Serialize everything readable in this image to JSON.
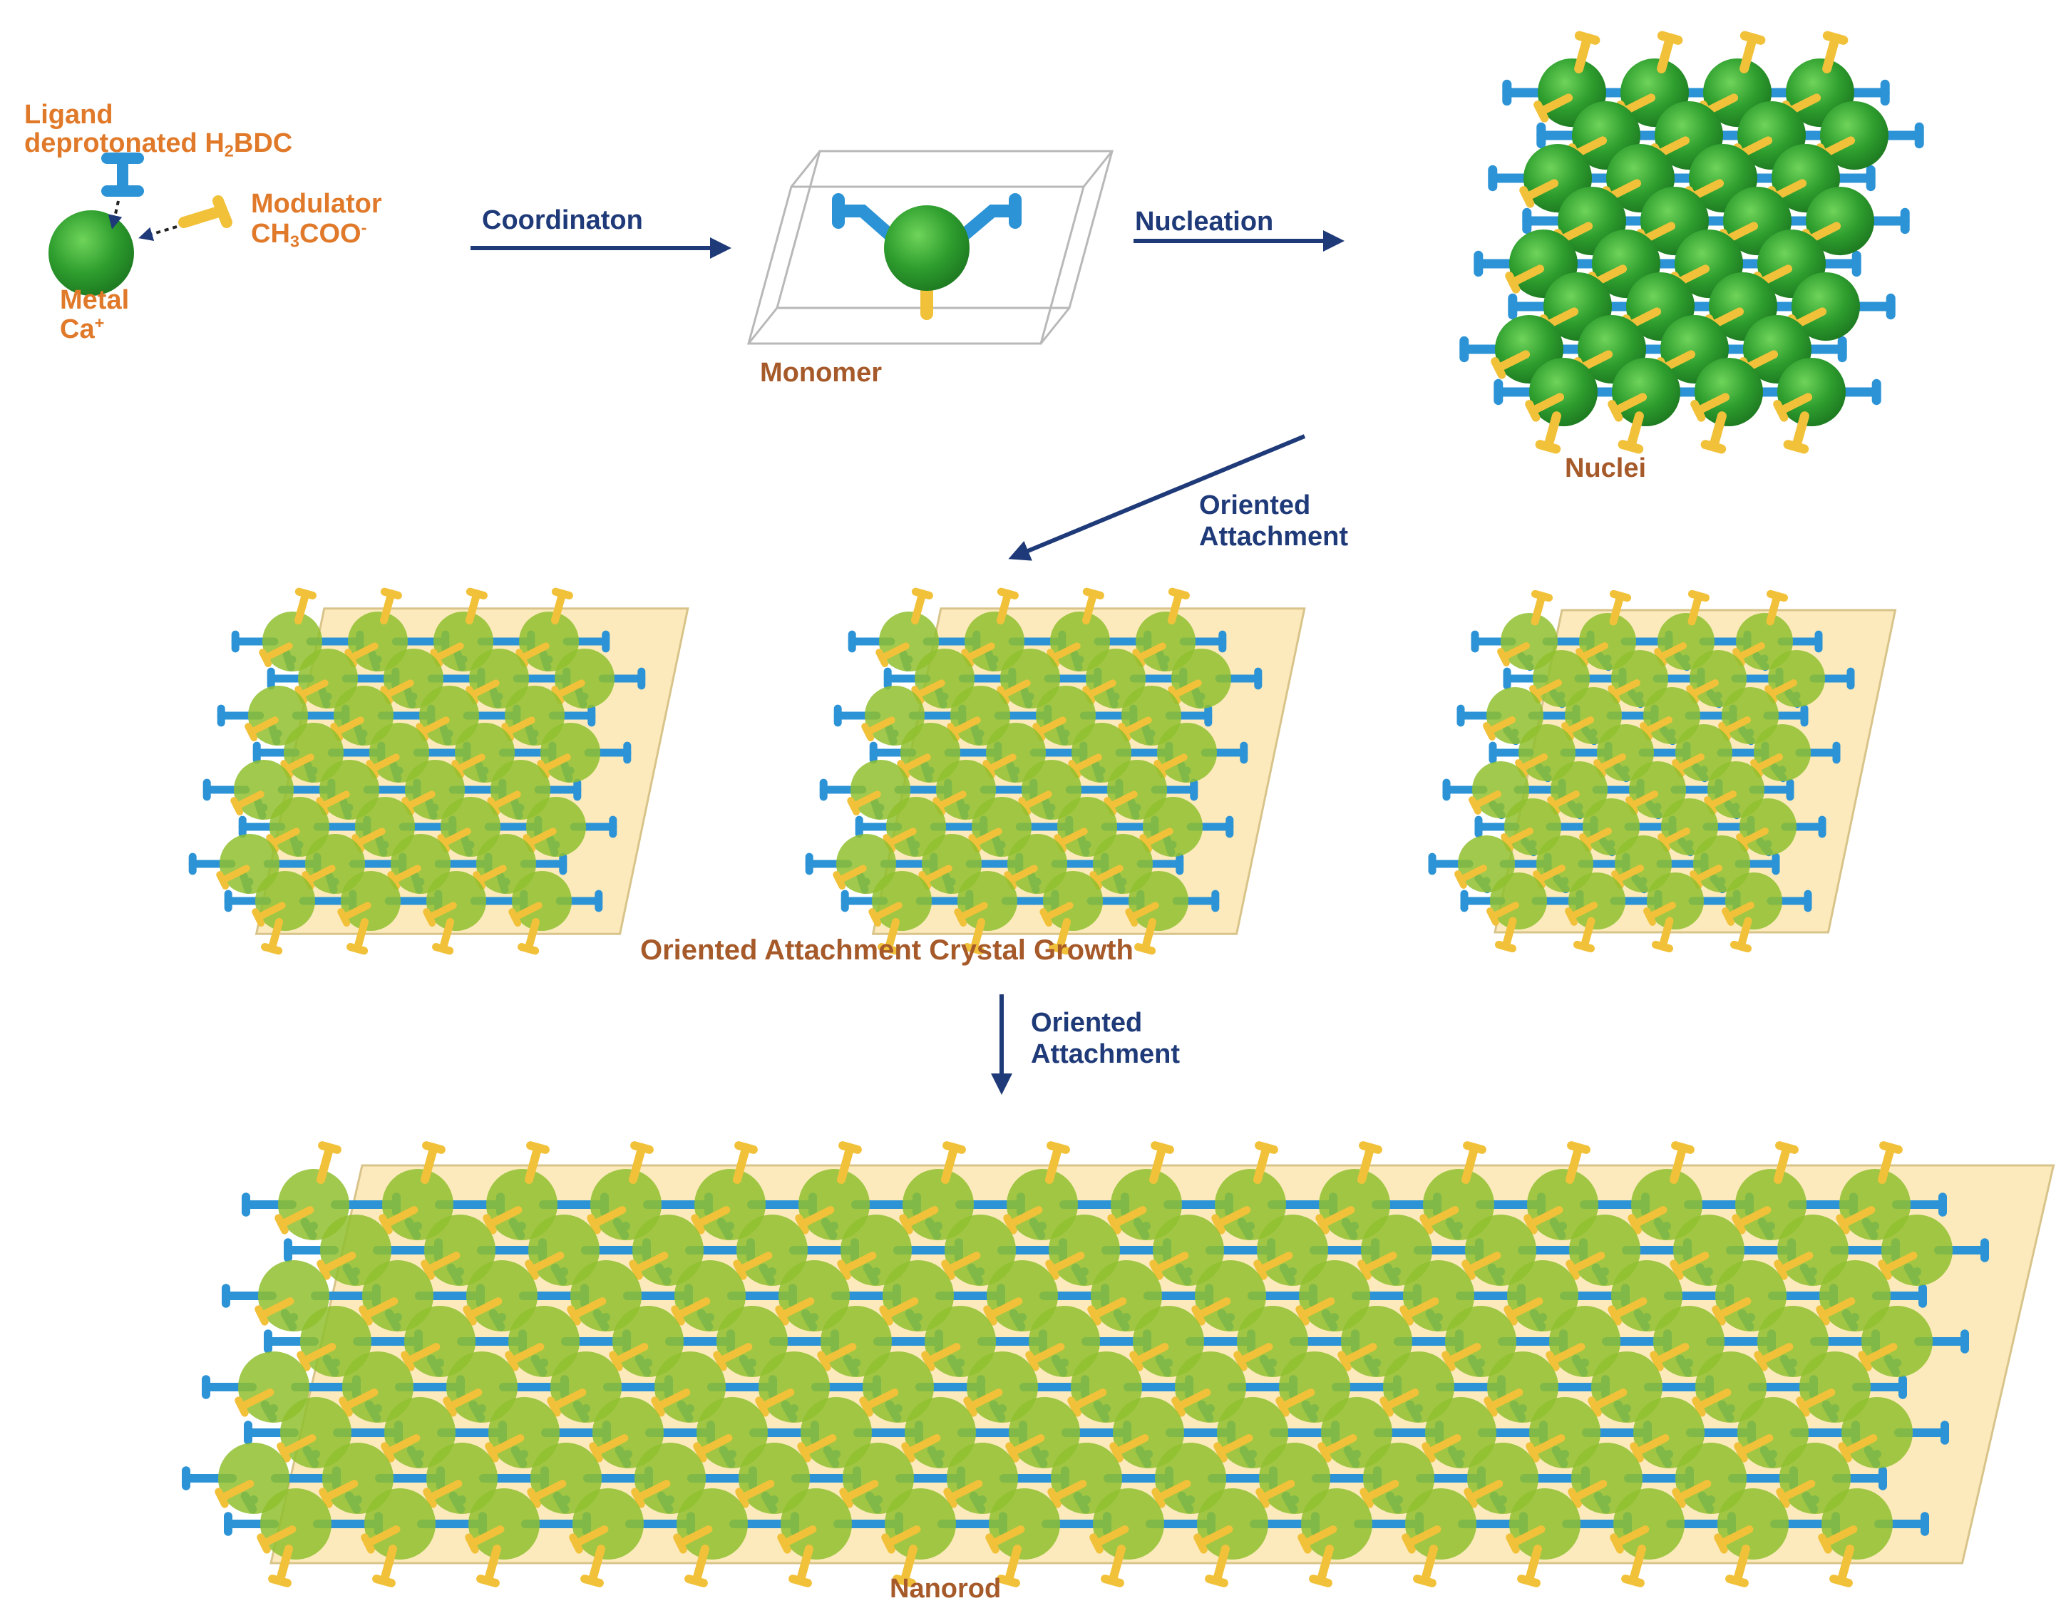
{
  "labels": {
    "ligand": "Ligand",
    "ligand_name_pre": "deprotonated H",
    "ligand_name_sub": "2",
    "ligand_name_post": "BDC",
    "modulator": "Modulator",
    "mod_ch": "CH",
    "mod_sub": "3",
    "mod_coo": "COO",
    "mod_sup": "-",
    "metal": "Metal",
    "metal_ion": "Ca",
    "metal_sup": "+",
    "coordination": "Coordinaton",
    "monomer": "Monomer",
    "nucleation": "Nucleation",
    "nuclei": "Nuclei",
    "oriented_1": "Oriented",
    "attachment_1": "Attachment",
    "crystal_growth": "Oriented Attachment Crystal Growth",
    "oriented_2": "Oriented",
    "attachment_2": "Attachment",
    "nanorod": "Nanorod"
  },
  "colors": {
    "metal_green": "#2e9e2e",
    "metal_green_light": "#6fc25a",
    "ligand_blue": "#2b93d6",
    "modulator_yellow": "#f2c13a",
    "crystal_face": "#fbe3a6",
    "arrow_navy": "#1f3a78",
    "label_orange": "#e07a2a",
    "label_brown": "#a65a2a"
  },
  "icons": {
    "metal": "green-sphere",
    "ligand": "blue-linker",
    "modulator": "yellow-linker"
  }
}
